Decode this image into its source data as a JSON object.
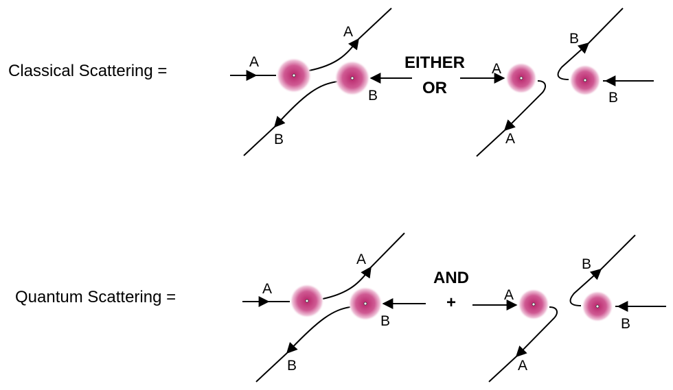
{
  "classical": {
    "label": "Classical Scattering =",
    "conj_top": "EITHER",
    "conj_bottom": "OR"
  },
  "quantum": {
    "label": "Quantum Scattering =",
    "conj_top": "AND",
    "conj_bottom": "+"
  },
  "particles": {
    "a": "A",
    "b": "B"
  },
  "colors": {
    "particle_core": "#c0306e",
    "particle_edge": "#ffffff",
    "line": "#000000"
  },
  "icons": {
    "particle": "particle-blob-icon",
    "arrow": "arrowhead-icon"
  }
}
